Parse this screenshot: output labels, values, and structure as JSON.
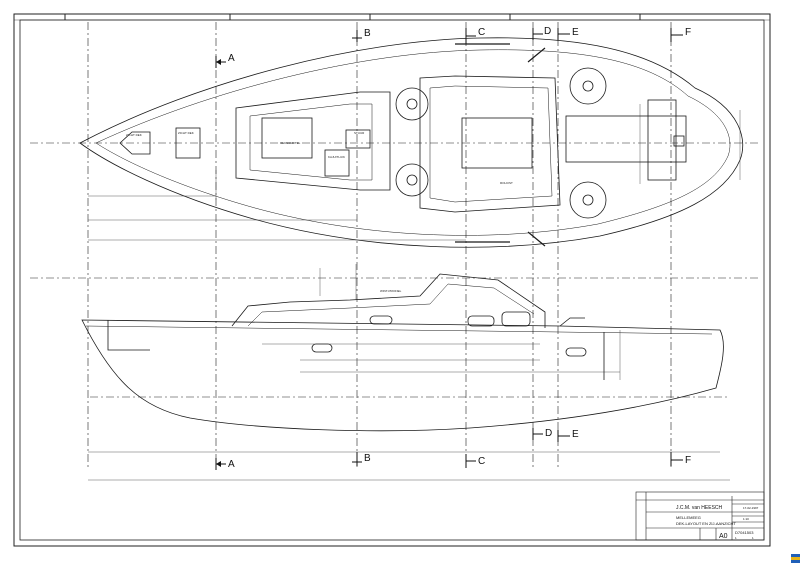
{
  "section_markers": {
    "a_top": "A",
    "b_top": "B",
    "c_top": "C",
    "d_top": "D",
    "e_top": "E",
    "f_top": "F",
    "a_bottom": "A",
    "b_bottom": "B",
    "c_bottom": "C",
    "d_bottom": "D",
    "e_bottom": "E",
    "f_bottom": "F"
  },
  "title_block": {
    "designer": "J.C.M. van HEESCH",
    "project": "MELLEMEEG",
    "drawing_title": "DEK-LAYOUT EN ZIJ-AANZICHT",
    "drawing_number": "D7041503",
    "sheet_size": "A0",
    "date": "17-02-1997",
    "scale": "1:10",
    "sheet": "1",
    "sheets": "1"
  },
  "labels": {
    "top_view_notes": [
      "ZICHT DEK",
      "ZICHT DEK",
      "DEKSCHOTEL",
      "STUUR",
      "KAJUITLUIK",
      "ROLKIST"
    ],
    "side_view_note": "WINT-PROFIEL"
  },
  "colors": {
    "line": "#1a1a1a",
    "frame": "#222222",
    "background": "#ffffff",
    "brand_blue": "#1f5fb8",
    "brand_yellow": "#e7b416"
  }
}
